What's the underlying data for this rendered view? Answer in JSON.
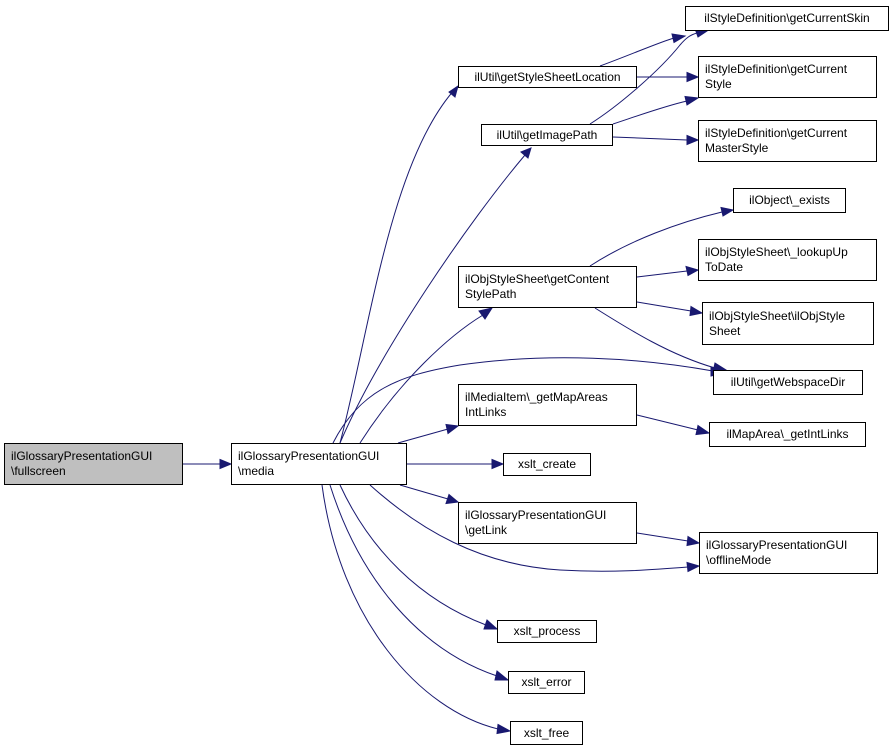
{
  "nodes": {
    "fullscreen": "ilGlossaryPresentationGUI\n\\fullscreen",
    "media": "ilGlossaryPresentationGUI\n\\media",
    "getStyleSheetLocation": "ilUtil\\getStyleSheetLocation",
    "getImagePath": "ilUtil\\getImagePath",
    "getContentStylePath": "ilObjStyleSheet\\getContent\nStylePath",
    "getMapAreasIntLinks": "ilMediaItem\\_getMapAreas\nIntLinks",
    "xslt_create": "xslt_create",
    "getLink": "ilGlossaryPresentationGUI\n\\getLink",
    "xslt_process": "xslt_process",
    "xslt_error": "xslt_error",
    "xslt_free": "xslt_free",
    "getCurrentSkin": "ilStyleDefinition\\getCurrentSkin",
    "getCurrentStyle": "ilStyleDefinition\\getCurrent\nStyle",
    "getCurrentMasterStyle": "ilStyleDefinition\\getCurrent\nMasterStyle",
    "exists": "ilObject\\_exists",
    "lookupUpToDate": "ilObjStyleSheet\\_lookupUp\nToDate",
    "ilObjStyleSheet": "ilObjStyleSheet\\ilObjStyle\nSheet",
    "getWebspaceDir": "ilUtil\\getWebspaceDir",
    "getIntLinks": "ilMapArea\\_getIntLinks",
    "offlineMode": "ilGlossaryPresentationGUI\n\\offlineMode"
  },
  "colors": {
    "edge": "#191970",
    "root_fill": "#bfbfbf",
    "node_fill": "#ffffff",
    "node_border": "#000000"
  }
}
